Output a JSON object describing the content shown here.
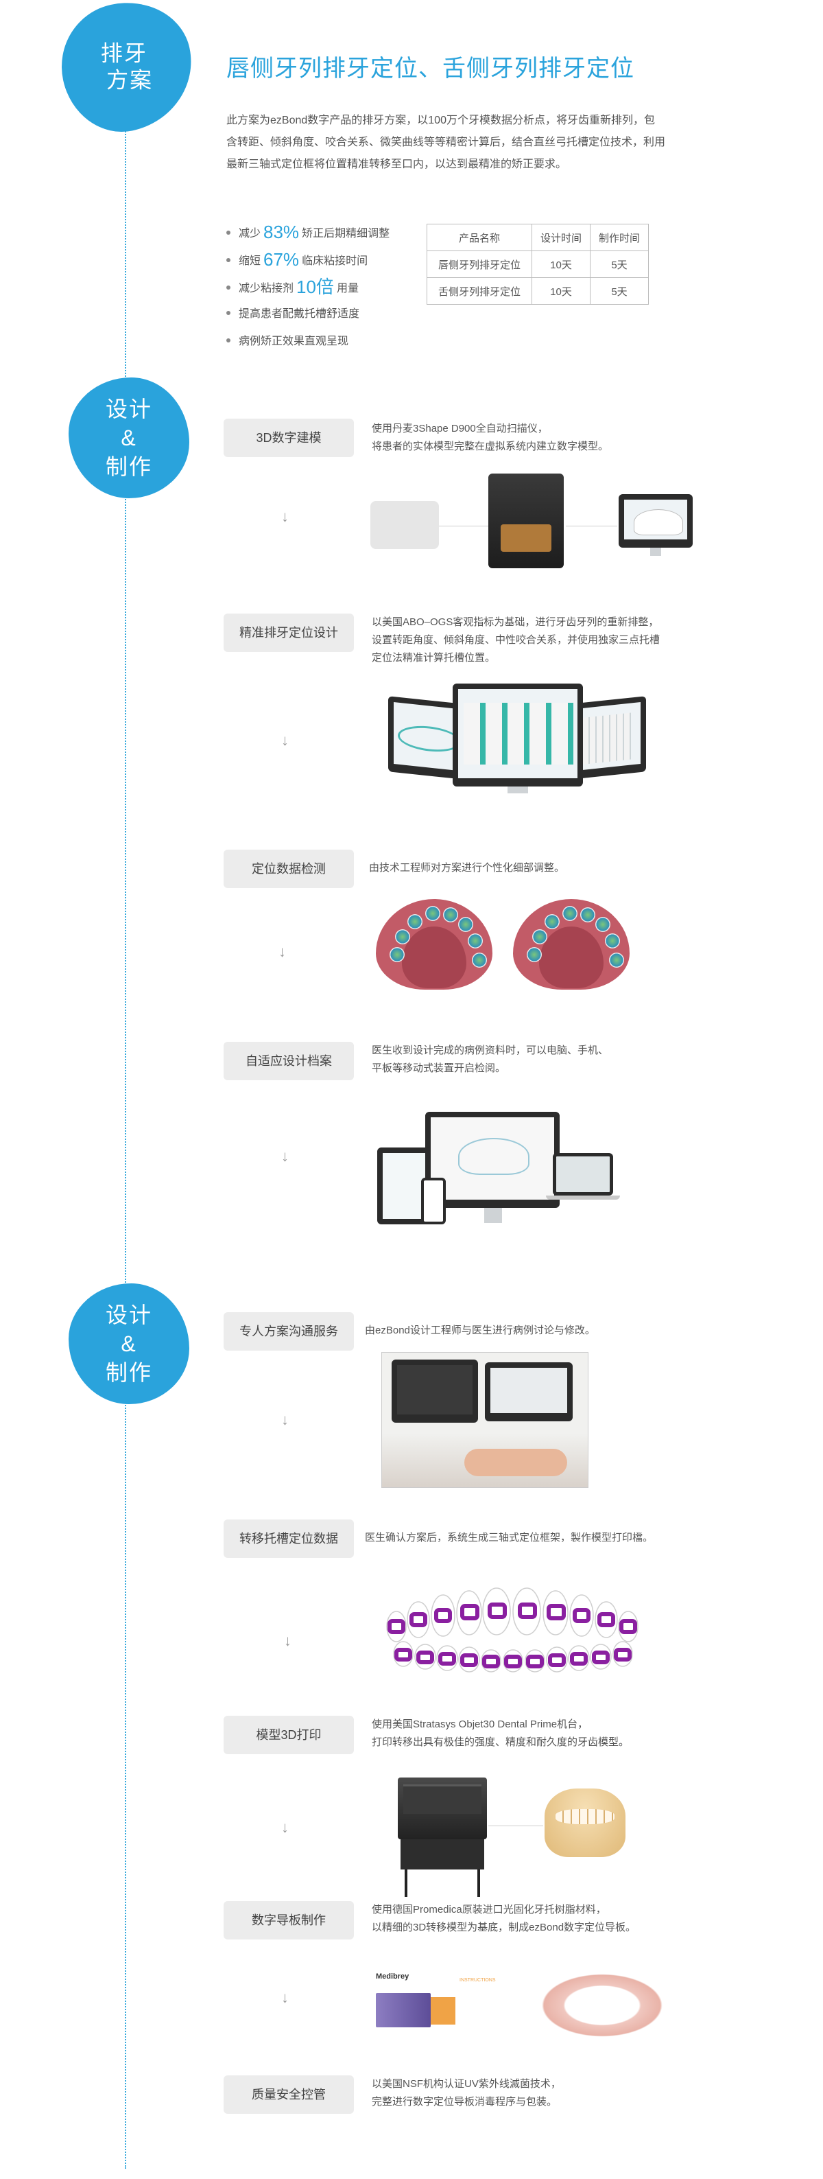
{
  "section1": {
    "badge": [
      "排牙",
      "方案"
    ],
    "title": "唇侧牙列排牙定位、舌侧牙列排牙定位",
    "intro": "此方案为ezBond数字产品的排牙方案，以100万个牙模数据分析点，将牙齿重新排列，包含转距、倾斜角度、咬合关系、微笑曲线等等精密计算后，结合直丝弓托槽定位技术，利用最新三轴式定位框将位置精准转移至口内，以达到最精准的矫正要求。",
    "benefits": [
      {
        "pre": "减少",
        "num": "83%",
        "post": "矫正后期精细调整"
      },
      {
        "pre": "缩短",
        "num": "67%",
        "post": "临床粘接时间"
      },
      {
        "pre": "减少粘接剂",
        "num": "10倍",
        "post": "用量"
      },
      {
        "pre": "提高患者配戴托槽舒适度",
        "num": "",
        "post": ""
      },
      {
        "pre": "病例矫正效果直观呈现",
        "num": "",
        "post": ""
      }
    ],
    "table": {
      "headers": [
        "产品名称",
        "设计时间",
        "制作时间"
      ],
      "rows": [
        [
          "唇侧牙列排牙定位",
          "10天",
          "5天"
        ],
        [
          "舌侧牙列排牙定位",
          "10天",
          "5天"
        ]
      ]
    }
  },
  "section2": {
    "badge": [
      "设计",
      "&",
      "制作"
    ],
    "steps": [
      {
        "label": "3D数字建模",
        "desc": [
          "使用丹麦3Shape D900全自动扫描仪，",
          "将患者的实体模型完整在虚拟系统内建立数字模型。"
        ]
      },
      {
        "label": "精准排牙定位设计",
        "desc": [
          "以美国ABO–OGS客观指标为基础，进行牙齿牙列的重新排整，",
          "设置转距角度、倾斜角度、中性咬合关系，并使用独家三点托槽",
          "定位法精准计算托槽位置。"
        ]
      },
      {
        "label": "定位数据检测",
        "desc": [
          "由技术工程师对方案进行个性化细部调整。"
        ]
      },
      {
        "label": "自适应设计档案",
        "desc": [
          "医生收到设计完成的病例资料时，可以电脑、手机、",
          "平板等移动式装置开启检阅。"
        ]
      }
    ]
  },
  "section3": {
    "badge": [
      "设计",
      "&",
      "制作"
    ],
    "steps": [
      {
        "label": "专人方案沟通服务",
        "desc": [
          "由ezBond设计工程师与医生进行病例讨论与修改。"
        ]
      },
      {
        "label": "转移托槽定位数据",
        "desc": [
          "医生确认方案后，系统生成三轴式定位框架，製作模型打印檔。"
        ]
      },
      {
        "label": "模型3D打印",
        "desc": [
          "使用美国Stratasys Objet30 Dental Prime机台，",
          "打印转移出具有极佳的强度、精度和耐久度的牙齿模型。"
        ]
      },
      {
        "label": "数字导板制作",
        "desc": [
          "使用德国Promedica原装进口光固化牙托树脂材料，",
          "以精细的3D转移模型为基底，制成ezBond数字定位导板。"
        ]
      },
      {
        "label": "质量安全控管",
        "desc": [
          "以美国NSF机构认证UV紫外线滅菌技术，",
          "完整进行数字定位导板消毒程序与包装。"
        ]
      }
    ]
  },
  "arrow_glyph": "↓",
  "product_box": {
    "brand": "Medibrey",
    "text": "INSTRUCTIONS"
  },
  "colors": {
    "accent": "#2aa3dc",
    "label_bg": "#ececec",
    "gum": "#c25b67",
    "bracket": "#8a1fa0"
  }
}
